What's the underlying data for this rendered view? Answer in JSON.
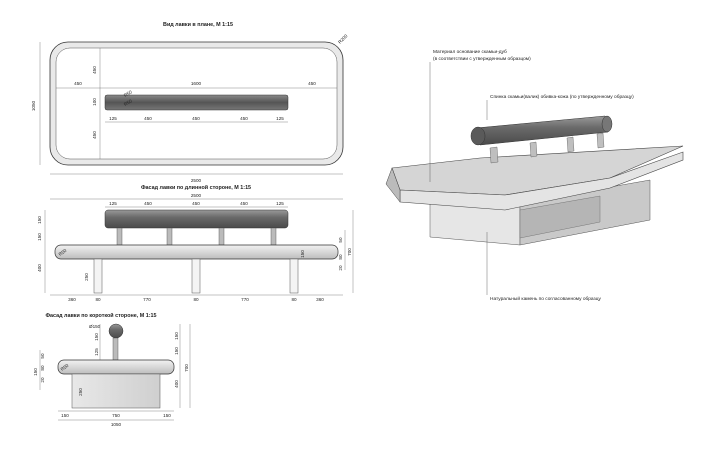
{
  "titles": {
    "plan": "Вид лавки в плане, М 1:15",
    "long": "Фасад лавки по длинной стороне, М 1:15",
    "short": "Фасад лавки по короткой стороне, М 1:15"
  },
  "notes": {
    "material": "Материал основание скамьи-дуб",
    "material2": "(в соответствии с утвержденным образцом)",
    "back": "Спинка скамьи(валик) обивка-кожа (по утвержденному образцу)",
    "stone": "Натуральный камень по согласованному образцу"
  },
  "plan_dims": {
    "r": "R200",
    "total_w": "2500",
    "total_h": "1050",
    "left": "450",
    "right": "450",
    "mid": "1600",
    "top": "450",
    "bot": "450",
    "bar": "100",
    "sub": [
      "125",
      "450",
      "450",
      "450",
      "125"
    ],
    "d1": "R50",
    "d2": "R50"
  },
  "long_dims": {
    "total": "2500",
    "top": [
      "125",
      "450",
      "450",
      "450",
      "125"
    ],
    "left_v": [
      "150",
      "150",
      "400"
    ],
    "right_v": [
      "50",
      "80",
      "20",
      "700"
    ],
    "bottom": [
      "360",
      "80",
      "770",
      "80",
      "770",
      "80",
      "360"
    ],
    "seat_r": "R50",
    "leg_h": "250",
    "post": "150"
  },
  "short_dims": {
    "phi": "Ø150",
    "left_v": [
      "50",
      "80",
      "20",
      "150"
    ],
    "mid_v": [
      "150",
      "125"
    ],
    "right_v": [
      "150",
      "150",
      "400",
      "700"
    ],
    "r": "R50",
    "leg_h": "250",
    "bottom": [
      "150",
      "750",
      "150"
    ],
    "total": "1050"
  }
}
